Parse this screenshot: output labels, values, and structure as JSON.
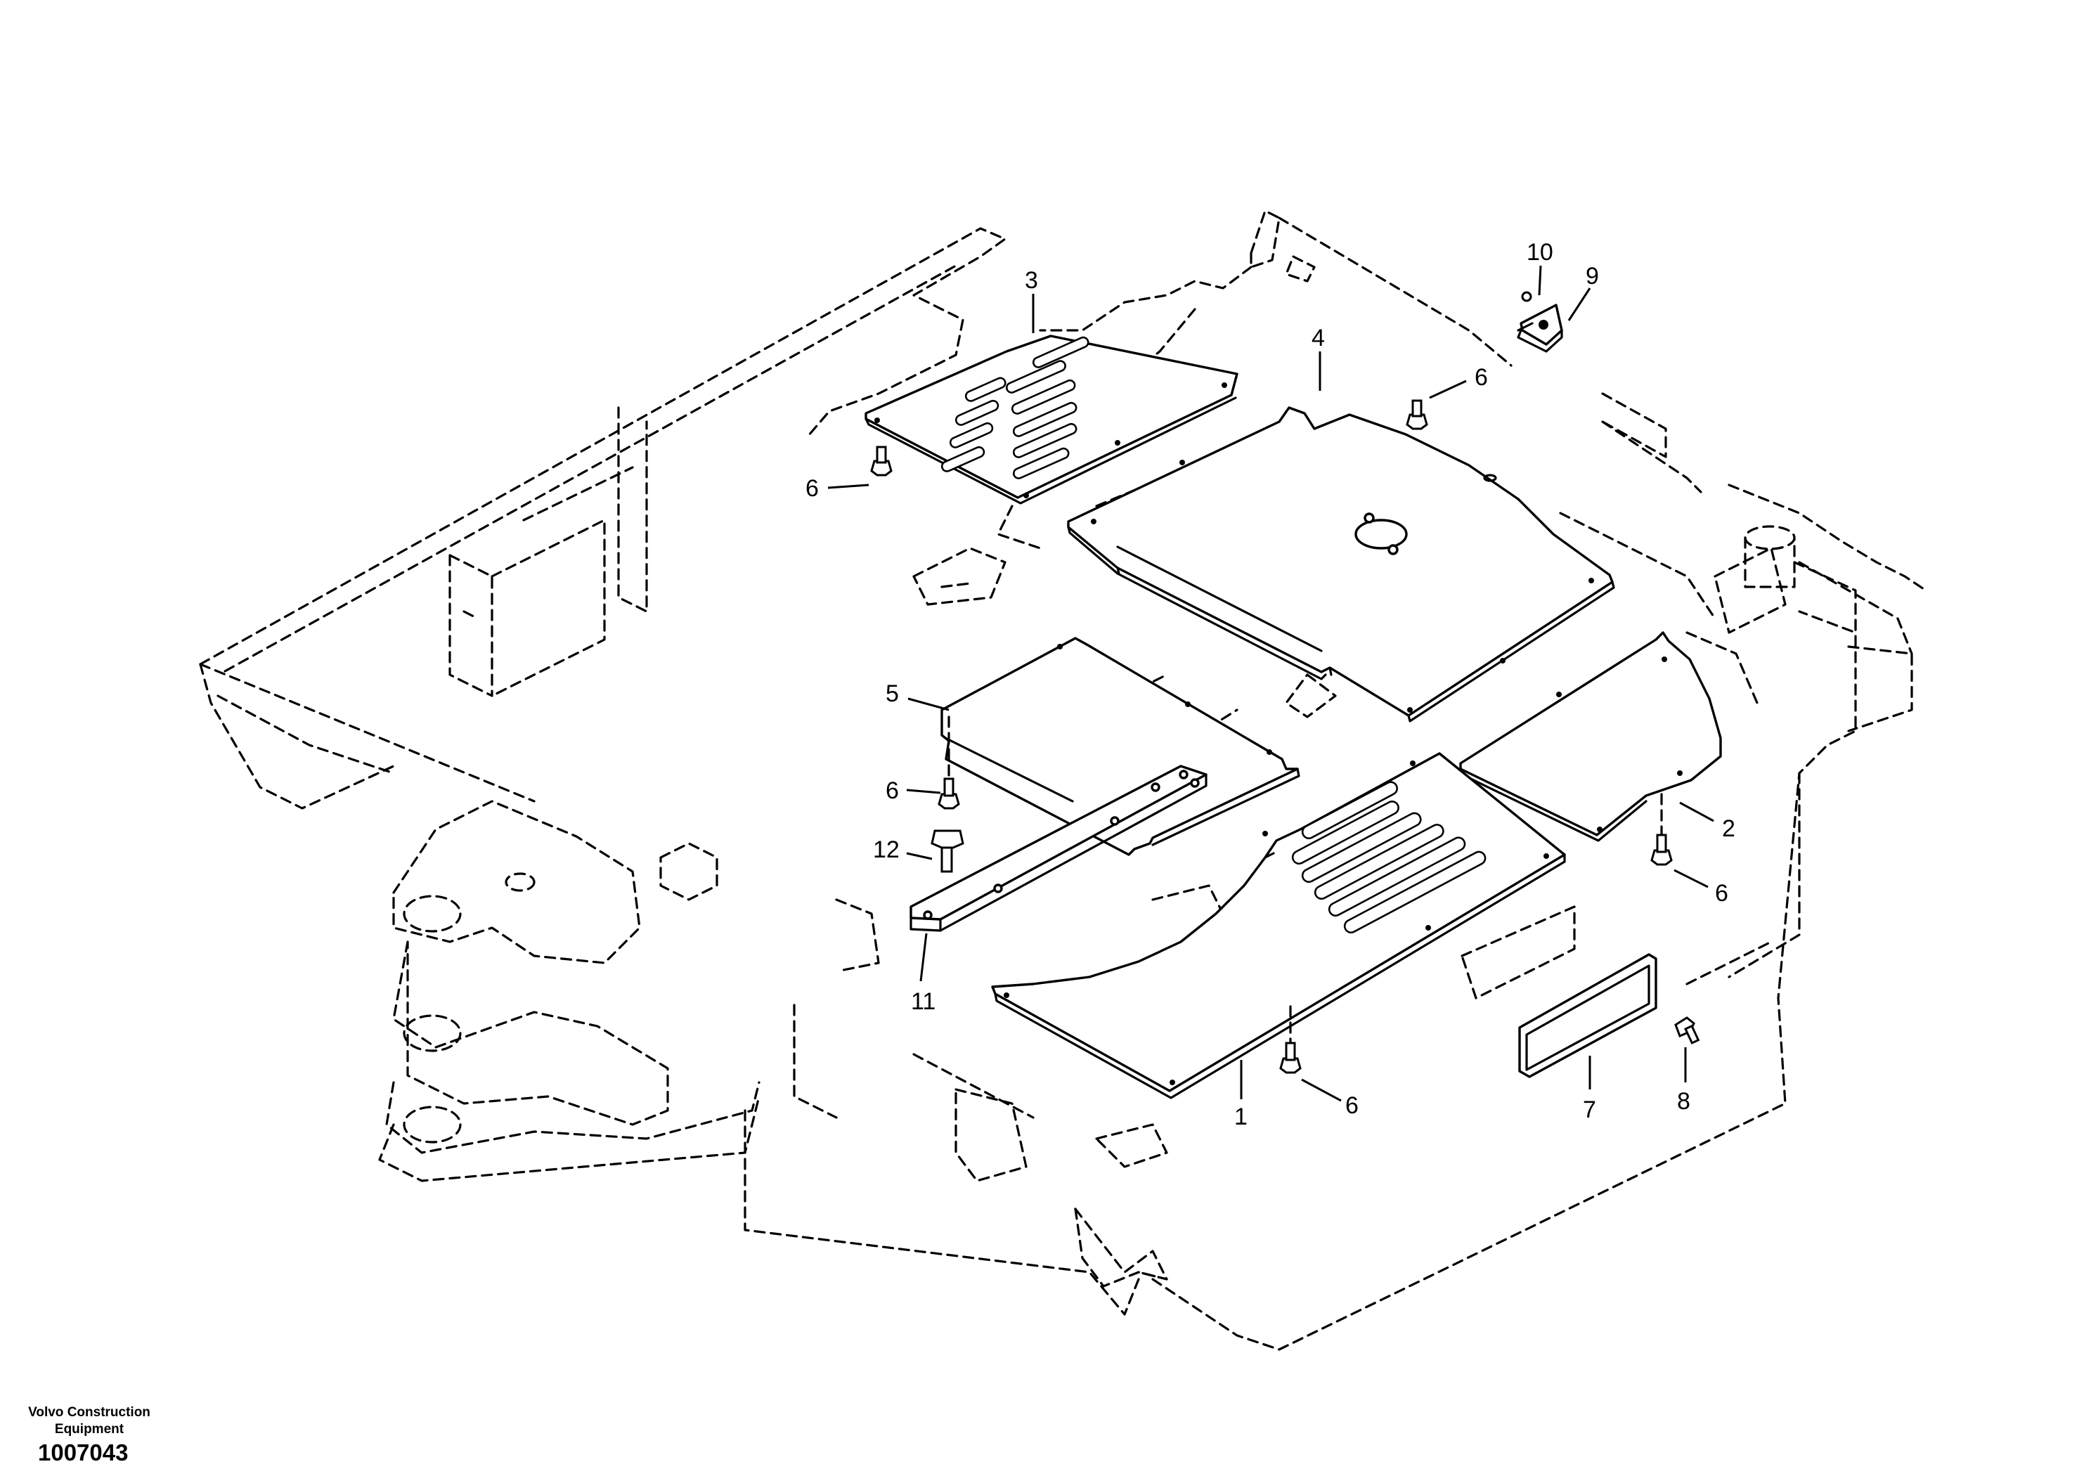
{
  "diagram": {
    "callouts": [
      {
        "id": "c3a",
        "label": "3"
      },
      {
        "id": "c4",
        "label": "4"
      },
      {
        "id": "c6a",
        "label": "6"
      },
      {
        "id": "c10",
        "label": "10"
      },
      {
        "id": "c9",
        "label": "9"
      },
      {
        "id": "c6b",
        "label": "6"
      },
      {
        "id": "c5",
        "label": "5"
      },
      {
        "id": "c6c",
        "label": "6"
      },
      {
        "id": "c12",
        "label": "12"
      },
      {
        "id": "c11",
        "label": "11"
      },
      {
        "id": "c2",
        "label": "2"
      },
      {
        "id": "c6d",
        "label": "6"
      },
      {
        "id": "c1",
        "label": "1"
      },
      {
        "id": "c6e",
        "label": "6"
      },
      {
        "id": "c7",
        "label": "7"
      },
      {
        "id": "c8",
        "label": "8"
      }
    ]
  },
  "footer": {
    "company": "Volvo Construction Equipment",
    "drawing_number": "1007043"
  }
}
